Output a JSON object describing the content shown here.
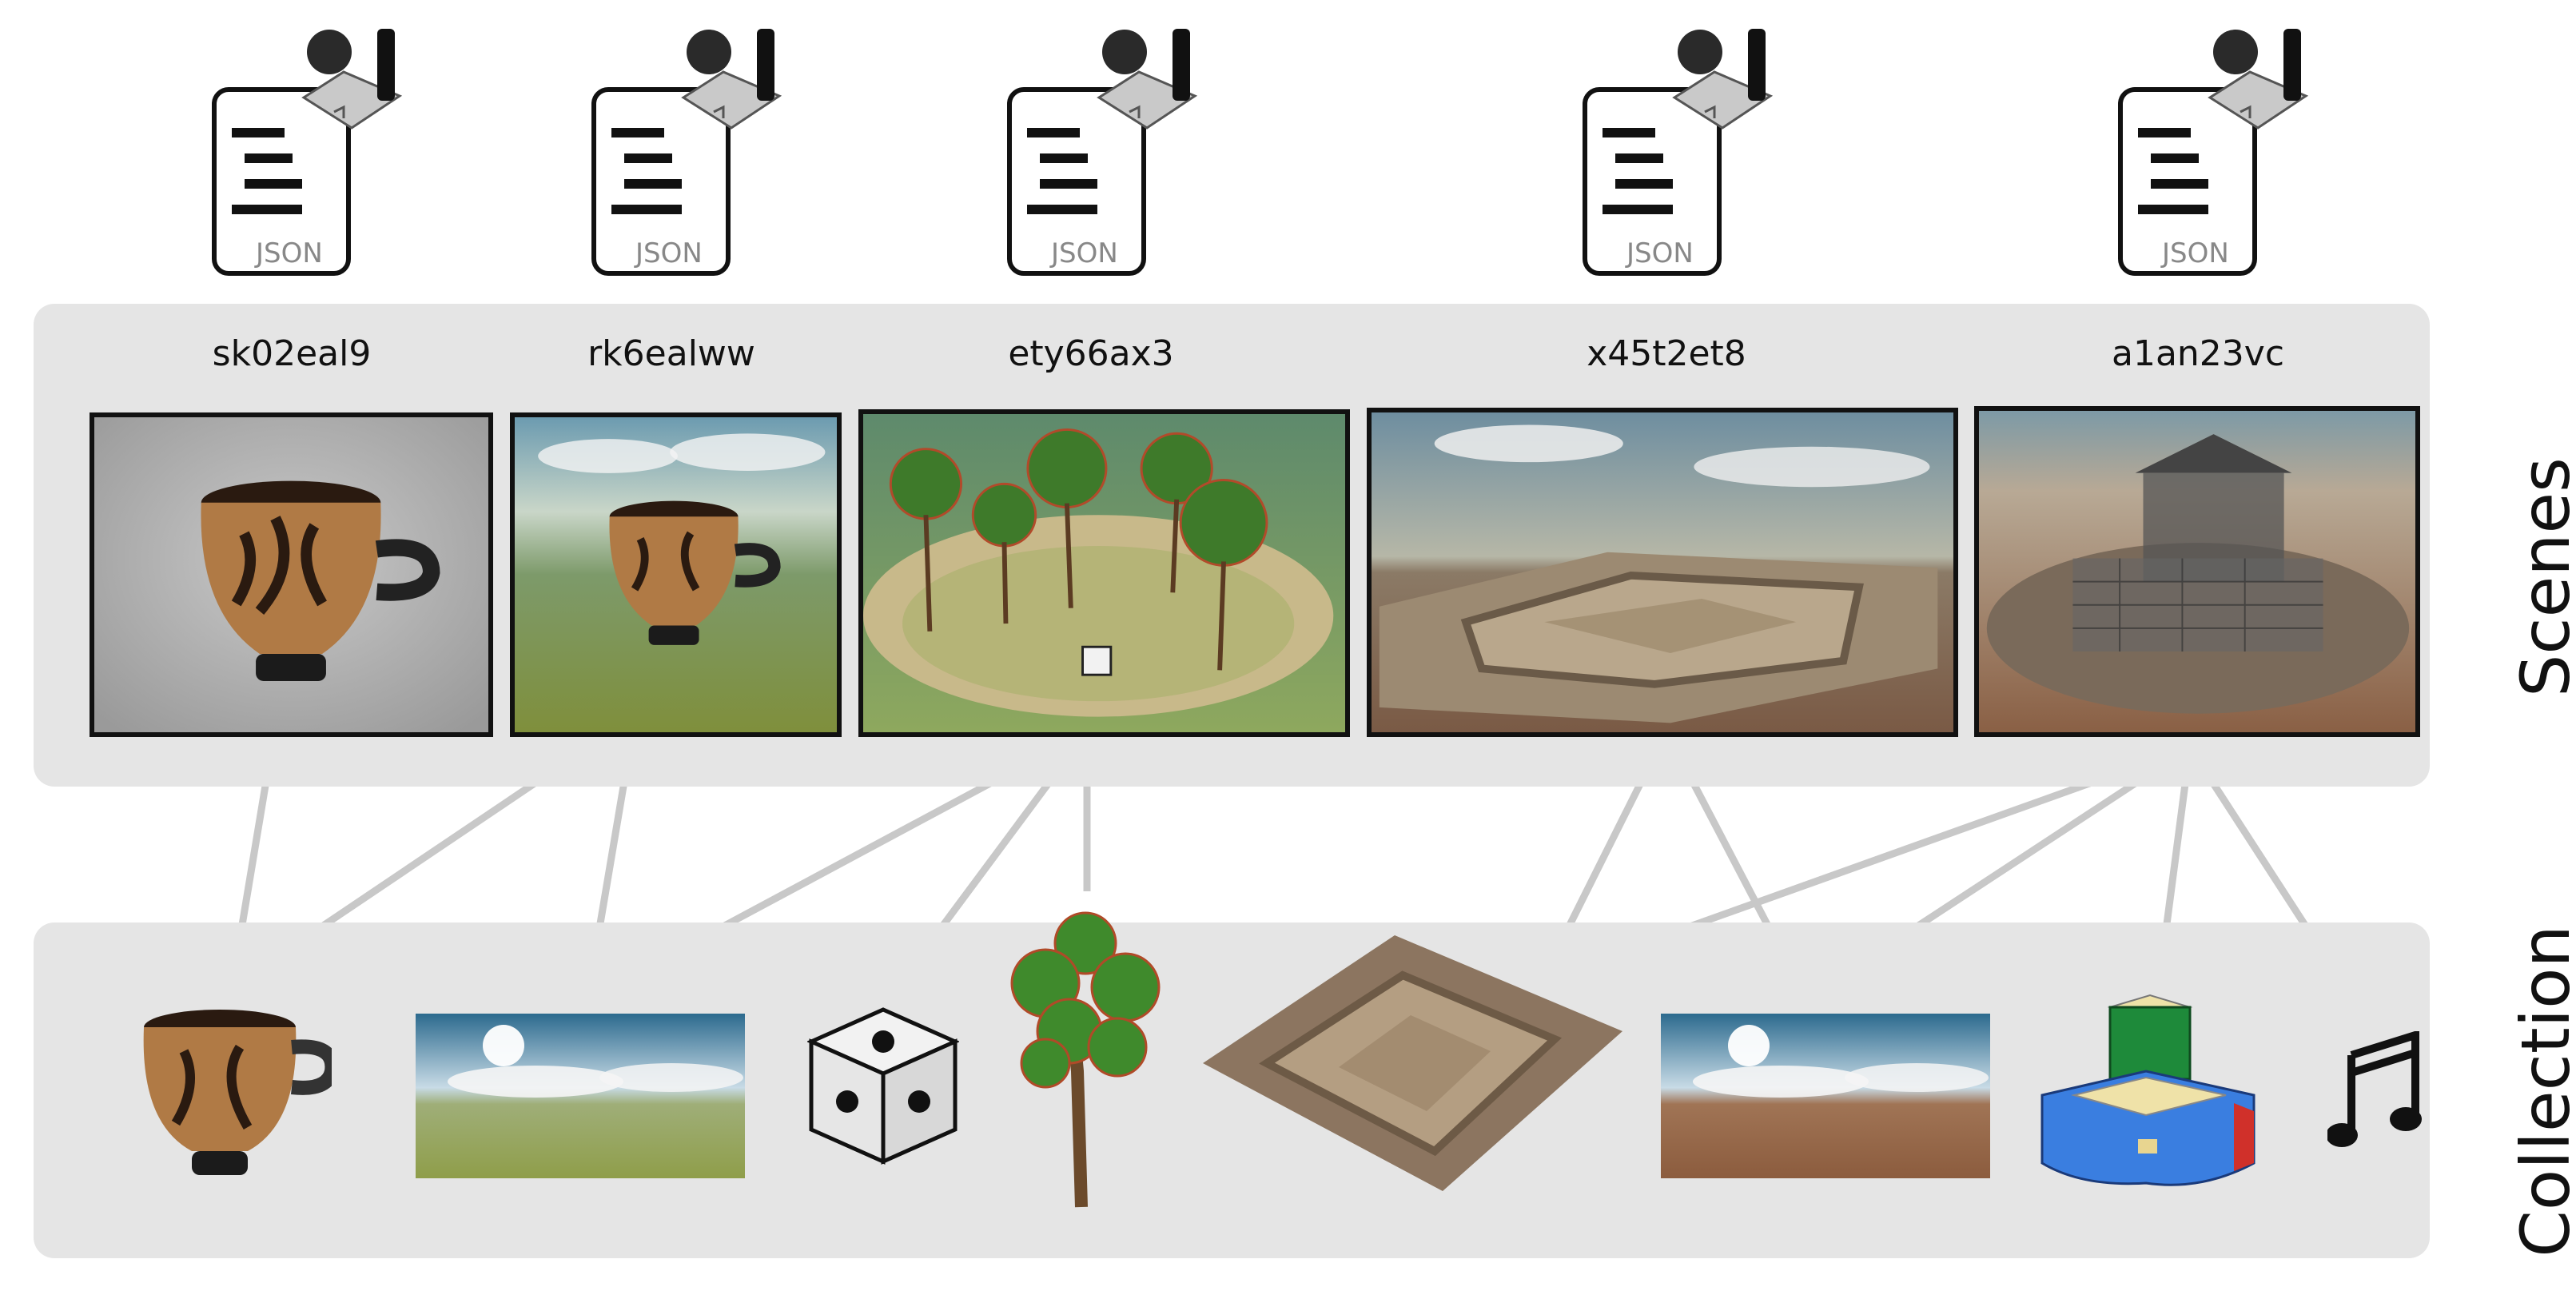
{
  "scenes": {
    "label": "Scenes",
    "items": [
      {
        "id": "sk02eal9",
        "json_label": "JSON"
      },
      {
        "id": "rk6ealww",
        "json_label": "JSON"
      },
      {
        "id": "ety66ax3",
        "json_label": "JSON"
      },
      {
        "id": "x45t2et8",
        "json_label": "JSON"
      },
      {
        "id": "a1an23vc",
        "json_label": "JSON"
      }
    ]
  },
  "collection": {
    "label": "Collection",
    "items": [
      "vase-model-icon",
      "sky-panorama-icon",
      "cube-icon",
      "tree-model-icon",
      "terrain-model-icon",
      "desert-panorama-icon",
      "building-model-icon",
      "music-note-icon"
    ]
  },
  "links": [
    {
      "scene": "sk02eal9",
      "asset": "vase-model-icon"
    },
    {
      "scene": "rk6ealww",
      "asset": "vase-model-icon"
    },
    {
      "scene": "rk6ealww",
      "asset": "sky-panorama-icon"
    },
    {
      "scene": "ety66ax3",
      "asset": "sky-panorama-icon"
    },
    {
      "scene": "ety66ax3",
      "asset": "cube-icon"
    },
    {
      "scene": "ety66ax3",
      "asset": "tree-model-icon"
    },
    {
      "scene": "x45t2et8",
      "asset": "terrain-model-icon"
    },
    {
      "scene": "x45t2et8",
      "asset": "desert-panorama-icon"
    },
    {
      "scene": "a1an23vc",
      "asset": "terrain-model-icon"
    },
    {
      "scene": "a1an23vc",
      "asset": "desert-panorama-icon"
    },
    {
      "scene": "a1an23vc",
      "asset": "building-model-icon"
    },
    {
      "scene": "a1an23vc",
      "asset": "music-note-icon"
    }
  ],
  "colors": {
    "panel": "#e5e5e5",
    "link": "#c8c8c8",
    "border": "#111111"
  }
}
